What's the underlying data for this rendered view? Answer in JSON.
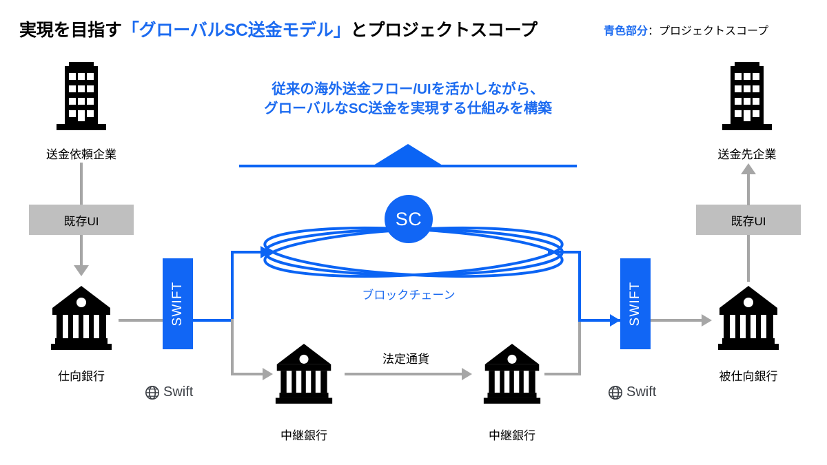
{
  "header": {
    "title_prefix": "実現を目指す",
    "title_open_bracket": "「",
    "title_highlight": "グローバルSC送金モデル",
    "title_close_bracket": "」",
    "title_suffix": "とプロジェクトスコープ",
    "legend_blue": "青色部分",
    "legend_rest": "：プロジェクトスコープ"
  },
  "callout": {
    "line1": "従来の海外送金フロー/UIを活かしながら、",
    "line2": "グローバルなSC送金を実現する仕組みを構築"
  },
  "nodes": {
    "sender_company": "送金依頼企業",
    "receiver_company": "送金先企業",
    "existing_ui_left": "既存UI",
    "existing_ui_right": "既存UI",
    "originating_bank": "仕向銀行",
    "beneficiary_bank": "被仕向銀行",
    "intermediary_bank_1": "中継銀行",
    "intermediary_bank_2": "中継銀行",
    "fiat_currency": "法定通貨",
    "blockchain": "ブロックチェーン",
    "sc_token": "SC",
    "swift_left": "SWIFT",
    "swift_right": "SWIFT",
    "swift_logo_left": "Swift",
    "swift_logo_right": "Swift"
  },
  "colors": {
    "accent_blue": "#1166F5",
    "line_blue": "#0B64F4",
    "title_blue": "#1C6BF0",
    "gray_line": "#A6A6A6",
    "gray_box": "#BFBFBF",
    "black": "#000000",
    "white": "#FFFFFF"
  }
}
